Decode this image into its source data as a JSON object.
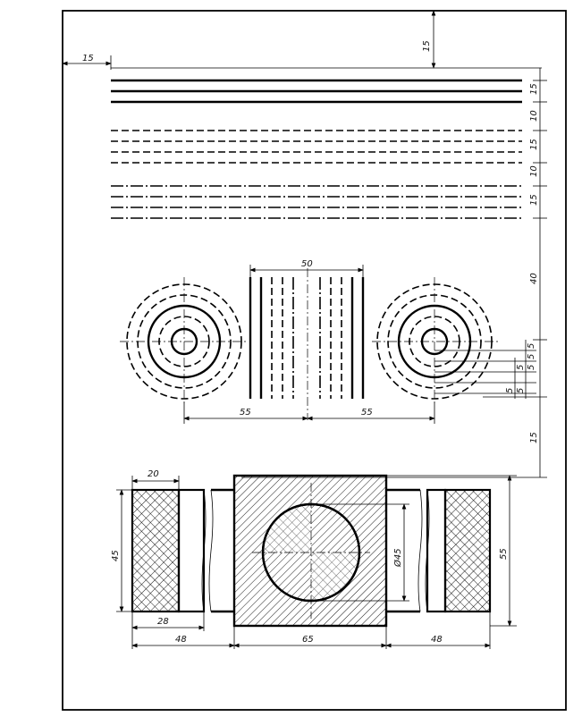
{
  "dimensions": {
    "left_margin": "15",
    "top_margin": "15",
    "group_thick": "15",
    "group_thin_gap": "10",
    "group_dashed": "15",
    "group_dash_gap": "10",
    "group_dashdot": "15",
    "gap_to_circles": "40",
    "hatch_width": "50",
    "left_offset": "55",
    "right_offset": "55",
    "ring_spacing": [
      "5",
      "5",
      "5",
      "5",
      "5",
      "5"
    ],
    "gap_to_parts": "15",
    "left_part_width": "20",
    "left_part_height": "45",
    "left_part_inner": "28",
    "left_stub": "48",
    "center_block": "65",
    "right_stub": "48",
    "circle_diameter": "Ø45",
    "total_height": "55"
  }
}
